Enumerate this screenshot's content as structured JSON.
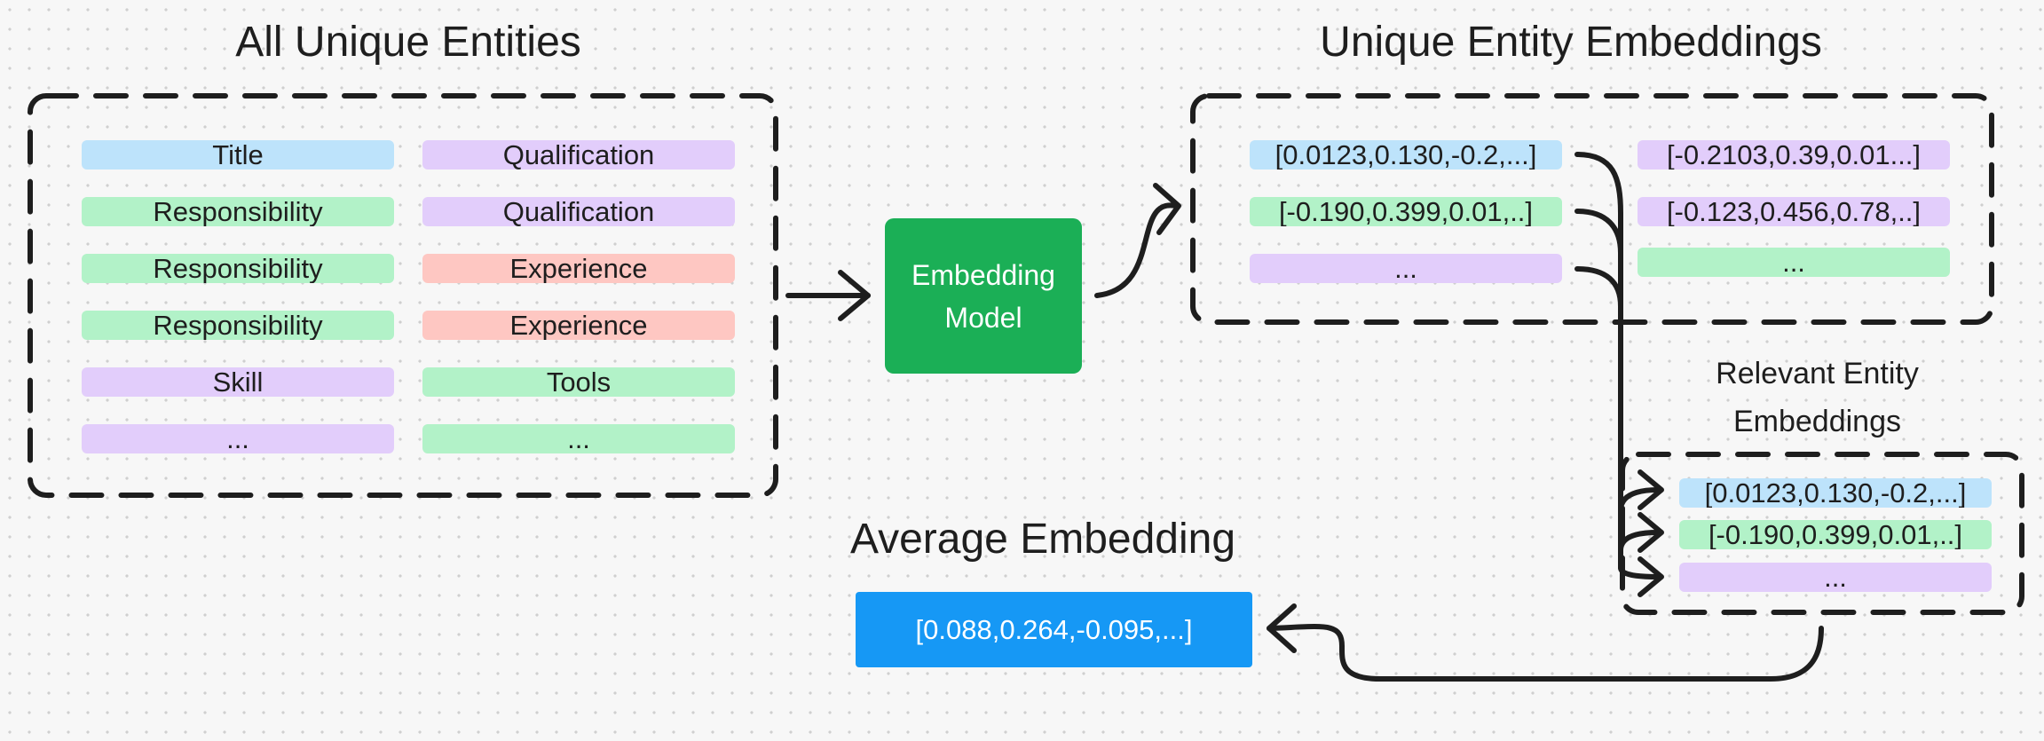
{
  "all_entities": {
    "title": "All Unique Entities",
    "items": [
      {
        "label": "Title",
        "color": "#bde3fb"
      },
      {
        "label": "Qualification",
        "color": "#e2cdfb"
      },
      {
        "label": "Responsibility",
        "color": "#b2f2c8"
      },
      {
        "label": "Qualification",
        "color": "#e2cdfb"
      },
      {
        "label": "Responsibility",
        "color": "#b2f2c8"
      },
      {
        "label": "Experience",
        "color": "#fec7c2"
      },
      {
        "label": "Responsibility",
        "color": "#b2f2c8"
      },
      {
        "label": "Experience",
        "color": "#fec7c2"
      },
      {
        "label": "Skill",
        "color": "#e2cdfb"
      },
      {
        "label": "Tools",
        "color": "#b2f2c8"
      },
      {
        "label": "...",
        "color": "#e2cdfb"
      },
      {
        "label": "...",
        "color": "#b2f2c8"
      }
    ]
  },
  "model": {
    "label": "Embedding\nModel",
    "color": "#1baf56"
  },
  "unique_embeddings": {
    "title": "Unique Entity Embeddings",
    "items": [
      {
        "label": "[0.0123,0.130,-0.2,...]",
        "color": "#bde3fb"
      },
      {
        "label": "[-0.2103,0.39,0.01...]",
        "color": "#e2cdfb"
      },
      {
        "label": "[-0.190,0.399,0.01,..]",
        "color": "#b2f2c8"
      },
      {
        "label": "[-0.123,0.456,0.78,..]",
        "color": "#e2cdfb"
      },
      {
        "label": "...",
        "color": "#e2cdfb"
      },
      {
        "label": "...",
        "color": "#b2f2c8"
      }
    ]
  },
  "relevant": {
    "title_line1": "Relevant Entity",
    "title_line2": "Embeddings",
    "items": [
      {
        "label": "[0.0123,0.130,-0.2,...]",
        "color": "#bde3fb"
      },
      {
        "label": "[-0.190,0.399,0.01,..]",
        "color": "#b2f2c8"
      },
      {
        "label": "...",
        "color": "#e2cdfb"
      }
    ]
  },
  "average": {
    "title": "Average Embedding",
    "value": "[0.088,0.264,-0.095,...]",
    "color": "#1698f5"
  }
}
